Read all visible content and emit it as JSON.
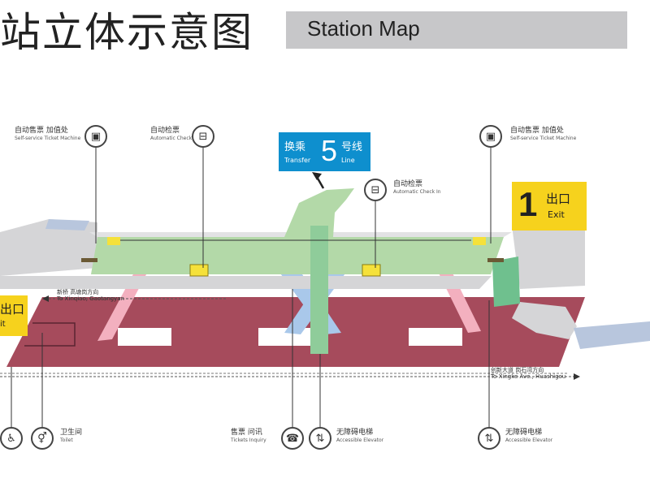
{
  "header": {
    "title_cn": "站立体示意图",
    "title_en": "Station Map"
  },
  "transfer": {
    "cn_left": "换乘",
    "en_left": "Transfer",
    "line_number": "5",
    "cn_right": "号线",
    "en_right": "Line"
  },
  "exits": {
    "right": {
      "number": "1",
      "cn": "出口",
      "en": "Exit"
    },
    "left": {
      "cn": "出口",
      "en": "it"
    }
  },
  "facilities": {
    "ticket_machine_left": {
      "cn": "自动售票 加值处",
      "en": "Self-service Ticket Machine",
      "icon": "ticket-machine-icon"
    },
    "check_in_left": {
      "cn": "自动检票",
      "en": "Automatic Check In",
      "icon": "check-in-icon"
    },
    "check_in_center": {
      "cn": "自动检票",
      "en": "Automatic Check In",
      "icon": "check-in-icon"
    },
    "ticket_machine_right": {
      "cn": "自动售票 加值处",
      "en": "Self-service Ticket Machine",
      "icon": "ticket-machine-icon"
    },
    "toilet": {
      "cn": "卫生间",
      "en": "Toilet",
      "icon": "toilet-icon"
    },
    "ticket_inquiry": {
      "cn": "售票 问讯",
      "en": "Tickets Inquiry",
      "icon": "ticket-inquiry-icon"
    },
    "elevator_center": {
      "cn": "无障碍电梯",
      "en": "Accessible Elevator",
      "icon": "elevator-icon"
    },
    "elevator_right": {
      "cn": "无障碍电梯",
      "en": "Accessible Elevator",
      "icon": "elevator-icon"
    }
  },
  "directions": {
    "upper": {
      "cn": "新桥 高塘岗方向",
      "en": "To Xinqiao, Gaotangyan"
    },
    "lower": {
      "cn": "创新大道 岗石湾方向",
      "en": "To Xingke Ave., Huashigou"
    }
  },
  "colors": {
    "concourse": "#b3d9a8",
    "platform": "#a64b5c",
    "walkway": "#d5d5d7",
    "escalator_blue": "#a9c8ea",
    "escalator_pink": "#f3b0bf",
    "gate_yellow": "#f5e13a",
    "transfer_blue": "#0e8fce",
    "exit_yellow": "#f6d21d"
  }
}
